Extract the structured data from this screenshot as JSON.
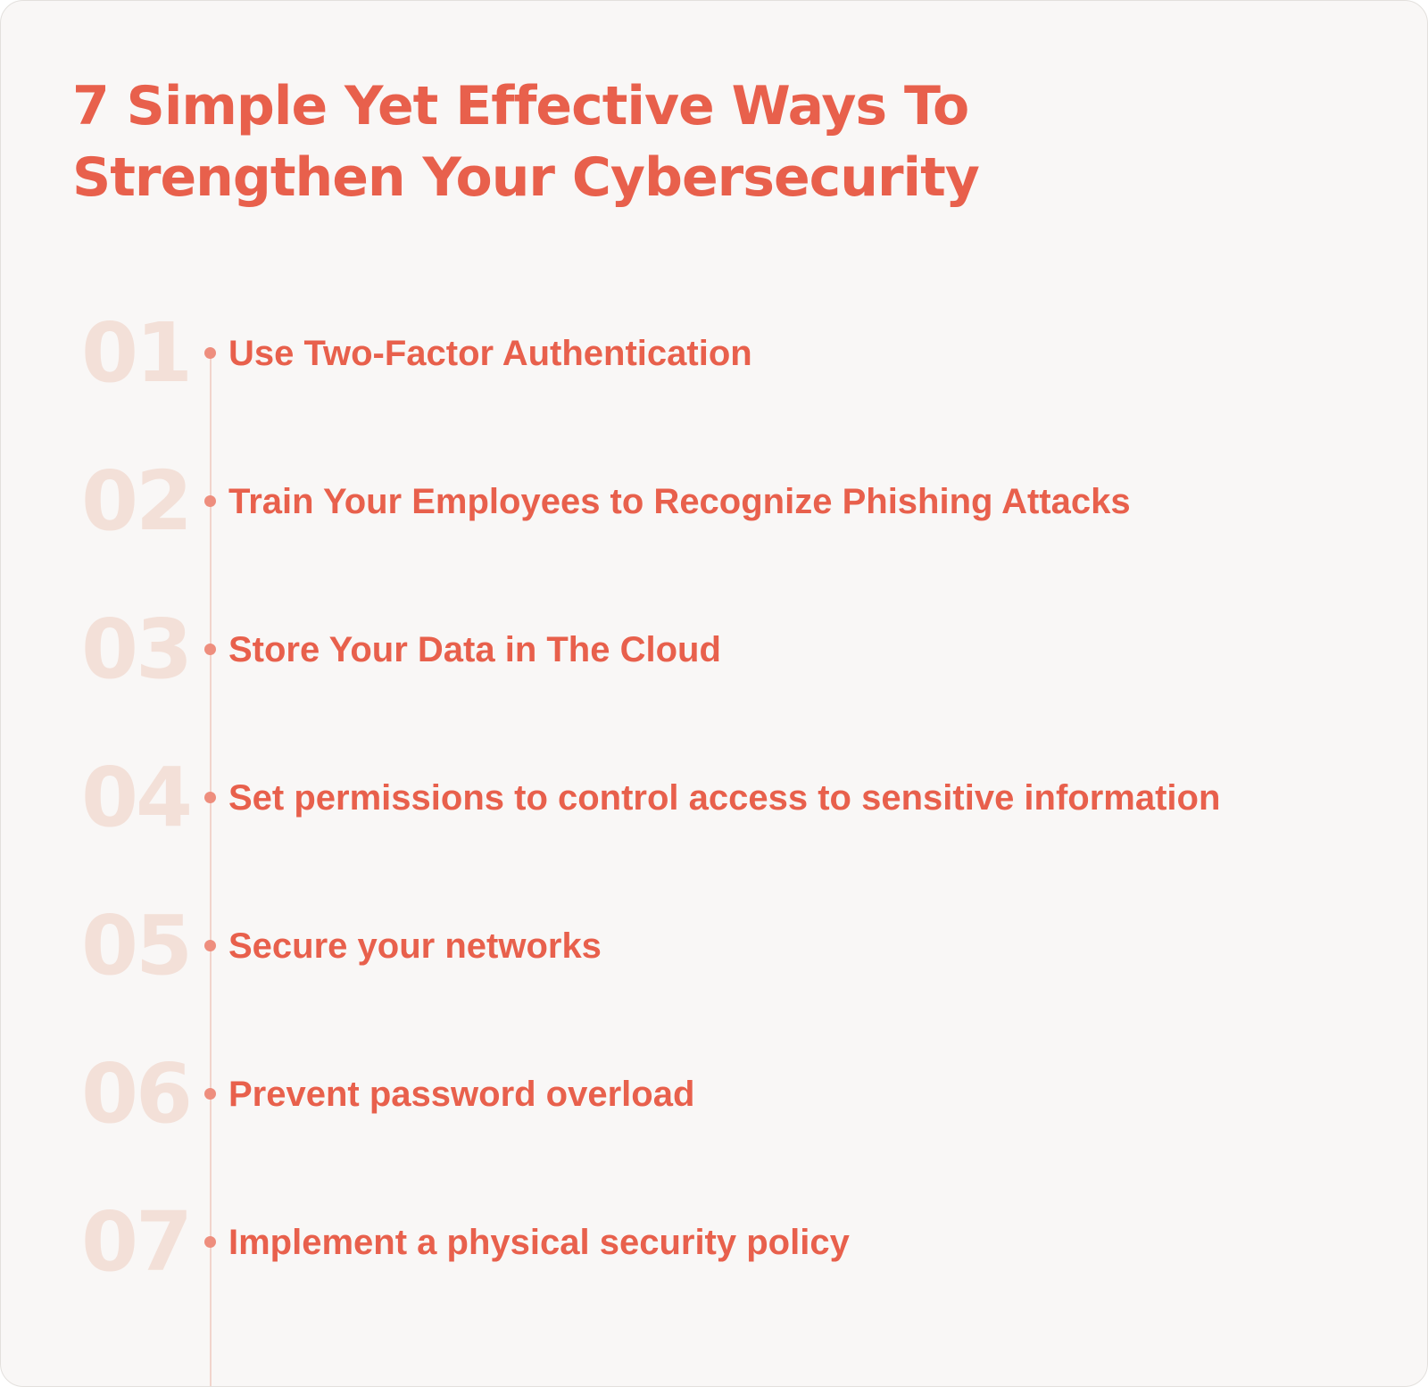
{
  "colors": {
    "accent": "#e8604c",
    "number_faded": "#f3e0d8",
    "timeline_line": "#f2d4cc",
    "dot": "#ee8e7e",
    "background": "#f9f7f6"
  },
  "header": {
    "title_line1": "7 Simple Yet Effective Ways To",
    "title_line2": "Strengthen Your Cybersecurity"
  },
  "steps": [
    {
      "number": "01",
      "label": "Use Two-Factor Authentication"
    },
    {
      "number": "02",
      "label": "Train Your Employees to Recognize Phishing Attacks"
    },
    {
      "number": "03",
      "label": "Store Your Data in The Cloud"
    },
    {
      "number": "04",
      "label": "Set permissions to control access to sensitive information"
    },
    {
      "number": "05",
      "label": "Secure your networks"
    },
    {
      "number": "06",
      "label": "Prevent password overload"
    },
    {
      "number": "07",
      "label": "Implement a physical security policy"
    }
  ]
}
